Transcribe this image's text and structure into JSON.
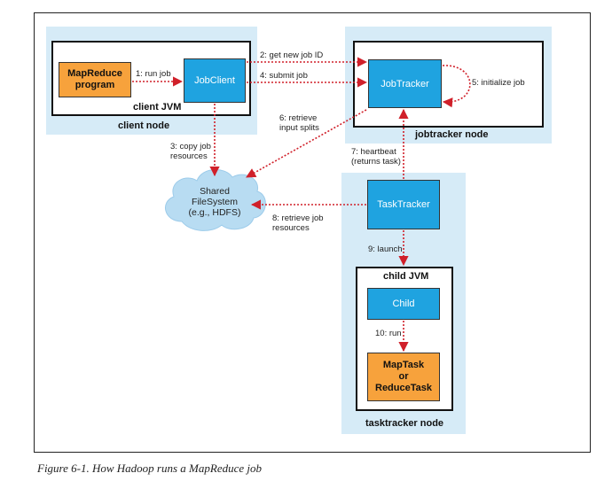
{
  "client_node": {
    "label": "client node",
    "jvm_label": "client JVM",
    "mapreduce_program": "MapReduce\nprogram",
    "jobclient": "JobClient"
  },
  "jobtracker_node": {
    "label": "jobtracker node",
    "jobtracker": "JobTracker"
  },
  "tasktracker_node": {
    "label": "tasktracker node",
    "tasktracker": "TaskTracker",
    "child_jvm_label": "child JVM",
    "child": "Child",
    "task": "MapTask\nor\nReduceTask"
  },
  "filesystem": {
    "label": "Shared\nFileSystem\n(e.g., HDFS)"
  },
  "steps": {
    "s1": "1: run job",
    "s2": "2: get new job ID",
    "s3": "3: copy job\nresources",
    "s4": "4: submit job",
    "s5": "5: initialize job",
    "s6": "6: retrieve\ninput splits",
    "s7": "7: heartbeat\n(returns task)",
    "s8": "8: retrieve job\nresources",
    "s9": "9: launch",
    "s10": "10: run"
  },
  "colors": {
    "node_bg": "#d6ebf7",
    "process_blue": "#1fa3e0",
    "task_orange": "#f7a23c",
    "arrow_red": "#d0202a"
  },
  "caption": "Figure 6-1. How Hadoop runs a MapReduce job"
}
